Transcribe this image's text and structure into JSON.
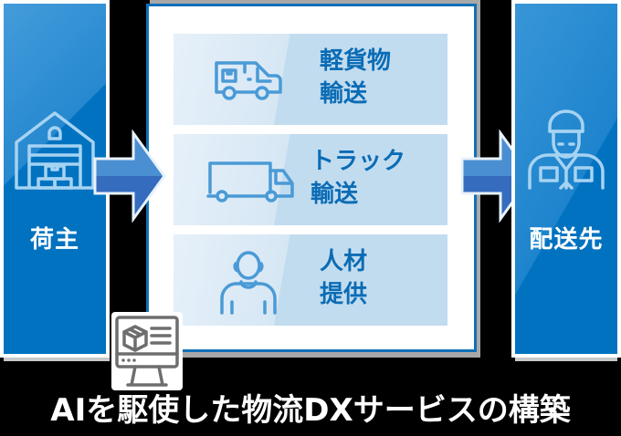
{
  "diagram": {
    "shipper": {
      "label": "荷主",
      "icon": "warehouse-icon"
    },
    "services": [
      {
        "label": "軽貨物\n輸送",
        "icon": "van-icon"
      },
      {
        "label": "トラック\n輸送",
        "icon": "truck-icon"
      },
      {
        "label": "人材\n提供",
        "icon": "person-icon"
      }
    ],
    "destination": {
      "label": "配送先",
      "icon": "delivery-worker-icon"
    },
    "system_icon": "computer-package-icon",
    "caption": "AIを駆使した物流DXサービスの構築"
  },
  "colors": {
    "primary_blue": "#0072c0",
    "panel_border": "#1070b8",
    "card_bg": "#c2dcef",
    "card_text": "#0b6cb5",
    "icon_stroke_light": "#9fd0f0",
    "icon_stroke_card": "#4a9ad6",
    "arrow_blue": "#3f7fc8",
    "background": "#000000"
  }
}
